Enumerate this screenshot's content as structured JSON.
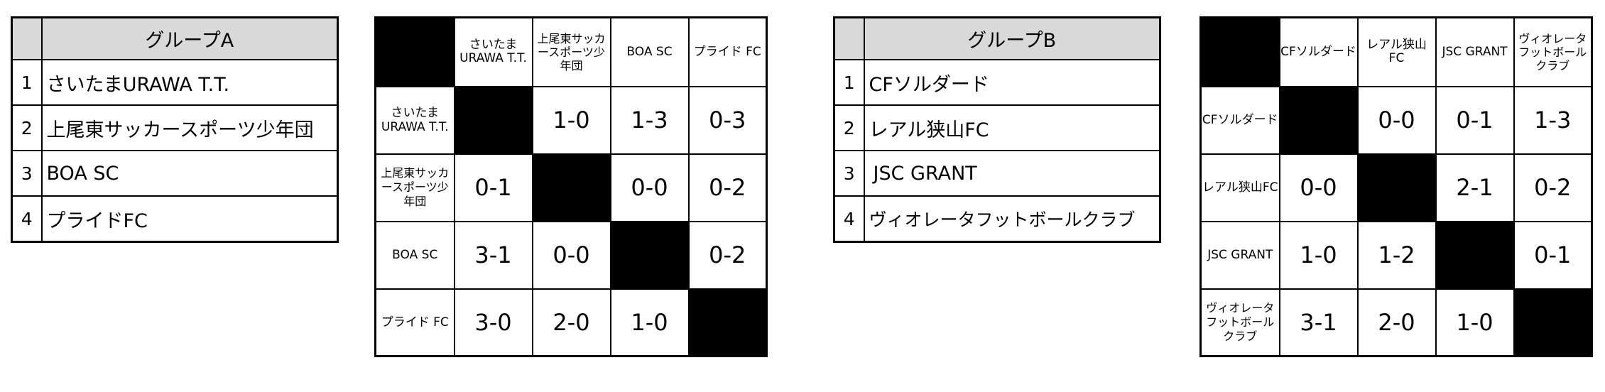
{
  "group_a": {
    "title": "グループA",
    "teams": [
      {
        "num": "1",
        "name": "さいたまURAWA T.T."
      },
      {
        "num": "2",
        "name": "上尾東サッカースポーツ少年団"
      },
      {
        "num": "3",
        "name": "BOA SC"
      },
      {
        "num": "4",
        "name": "プライドFC"
      }
    ],
    "col_headers": [
      "さいたま URAWA T.T.",
      "上尾東サッカースポーツ少年団",
      "BOA SC",
      "プライド FC"
    ],
    "row_headers": [
      "さいたま URAWA T.T.",
      "上尾東サッカースポーツ少年団",
      "BOA SC",
      "プライド FC"
    ],
    "results": [
      [
        "",
        "1-0",
        "1-3",
        "0-3"
      ],
      [
        "0-1",
        "",
        "0-0",
        "0-2"
      ],
      [
        "3-1",
        "0-0",
        "",
        "0-2"
      ],
      [
        "3-0",
        "2-0",
        "1-0",
        ""
      ]
    ]
  },
  "group_b": {
    "title": "グループB",
    "teams": [
      {
        "num": "1",
        "name": "CFソルダード"
      },
      {
        "num": "2",
        "name": "レアル狭山FC"
      },
      {
        "num": "3",
        "name": "JSC GRANT"
      },
      {
        "num": "4",
        "name": "ヴィオレータフットボールクラブ"
      }
    ],
    "col_headers": [
      "CFソルダード",
      "レアル狭山 FC",
      "JSC GRANT",
      "ヴィオレータフットボールクラブ"
    ],
    "row_headers": [
      "CFソルダード",
      "レアル狭山FC",
      "JSC GRANT",
      "ヴィオレータフットボールクラブ"
    ],
    "results": [
      [
        "",
        "0-0",
        "0-1",
        "1-3"
      ],
      [
        "0-0",
        "",
        "2-1",
        "0-2"
      ],
      [
        "1-0",
        "1-2",
        "",
        "0-1"
      ],
      [
        "3-1",
        "2-0",
        "1-0",
        ""
      ]
    ]
  }
}
